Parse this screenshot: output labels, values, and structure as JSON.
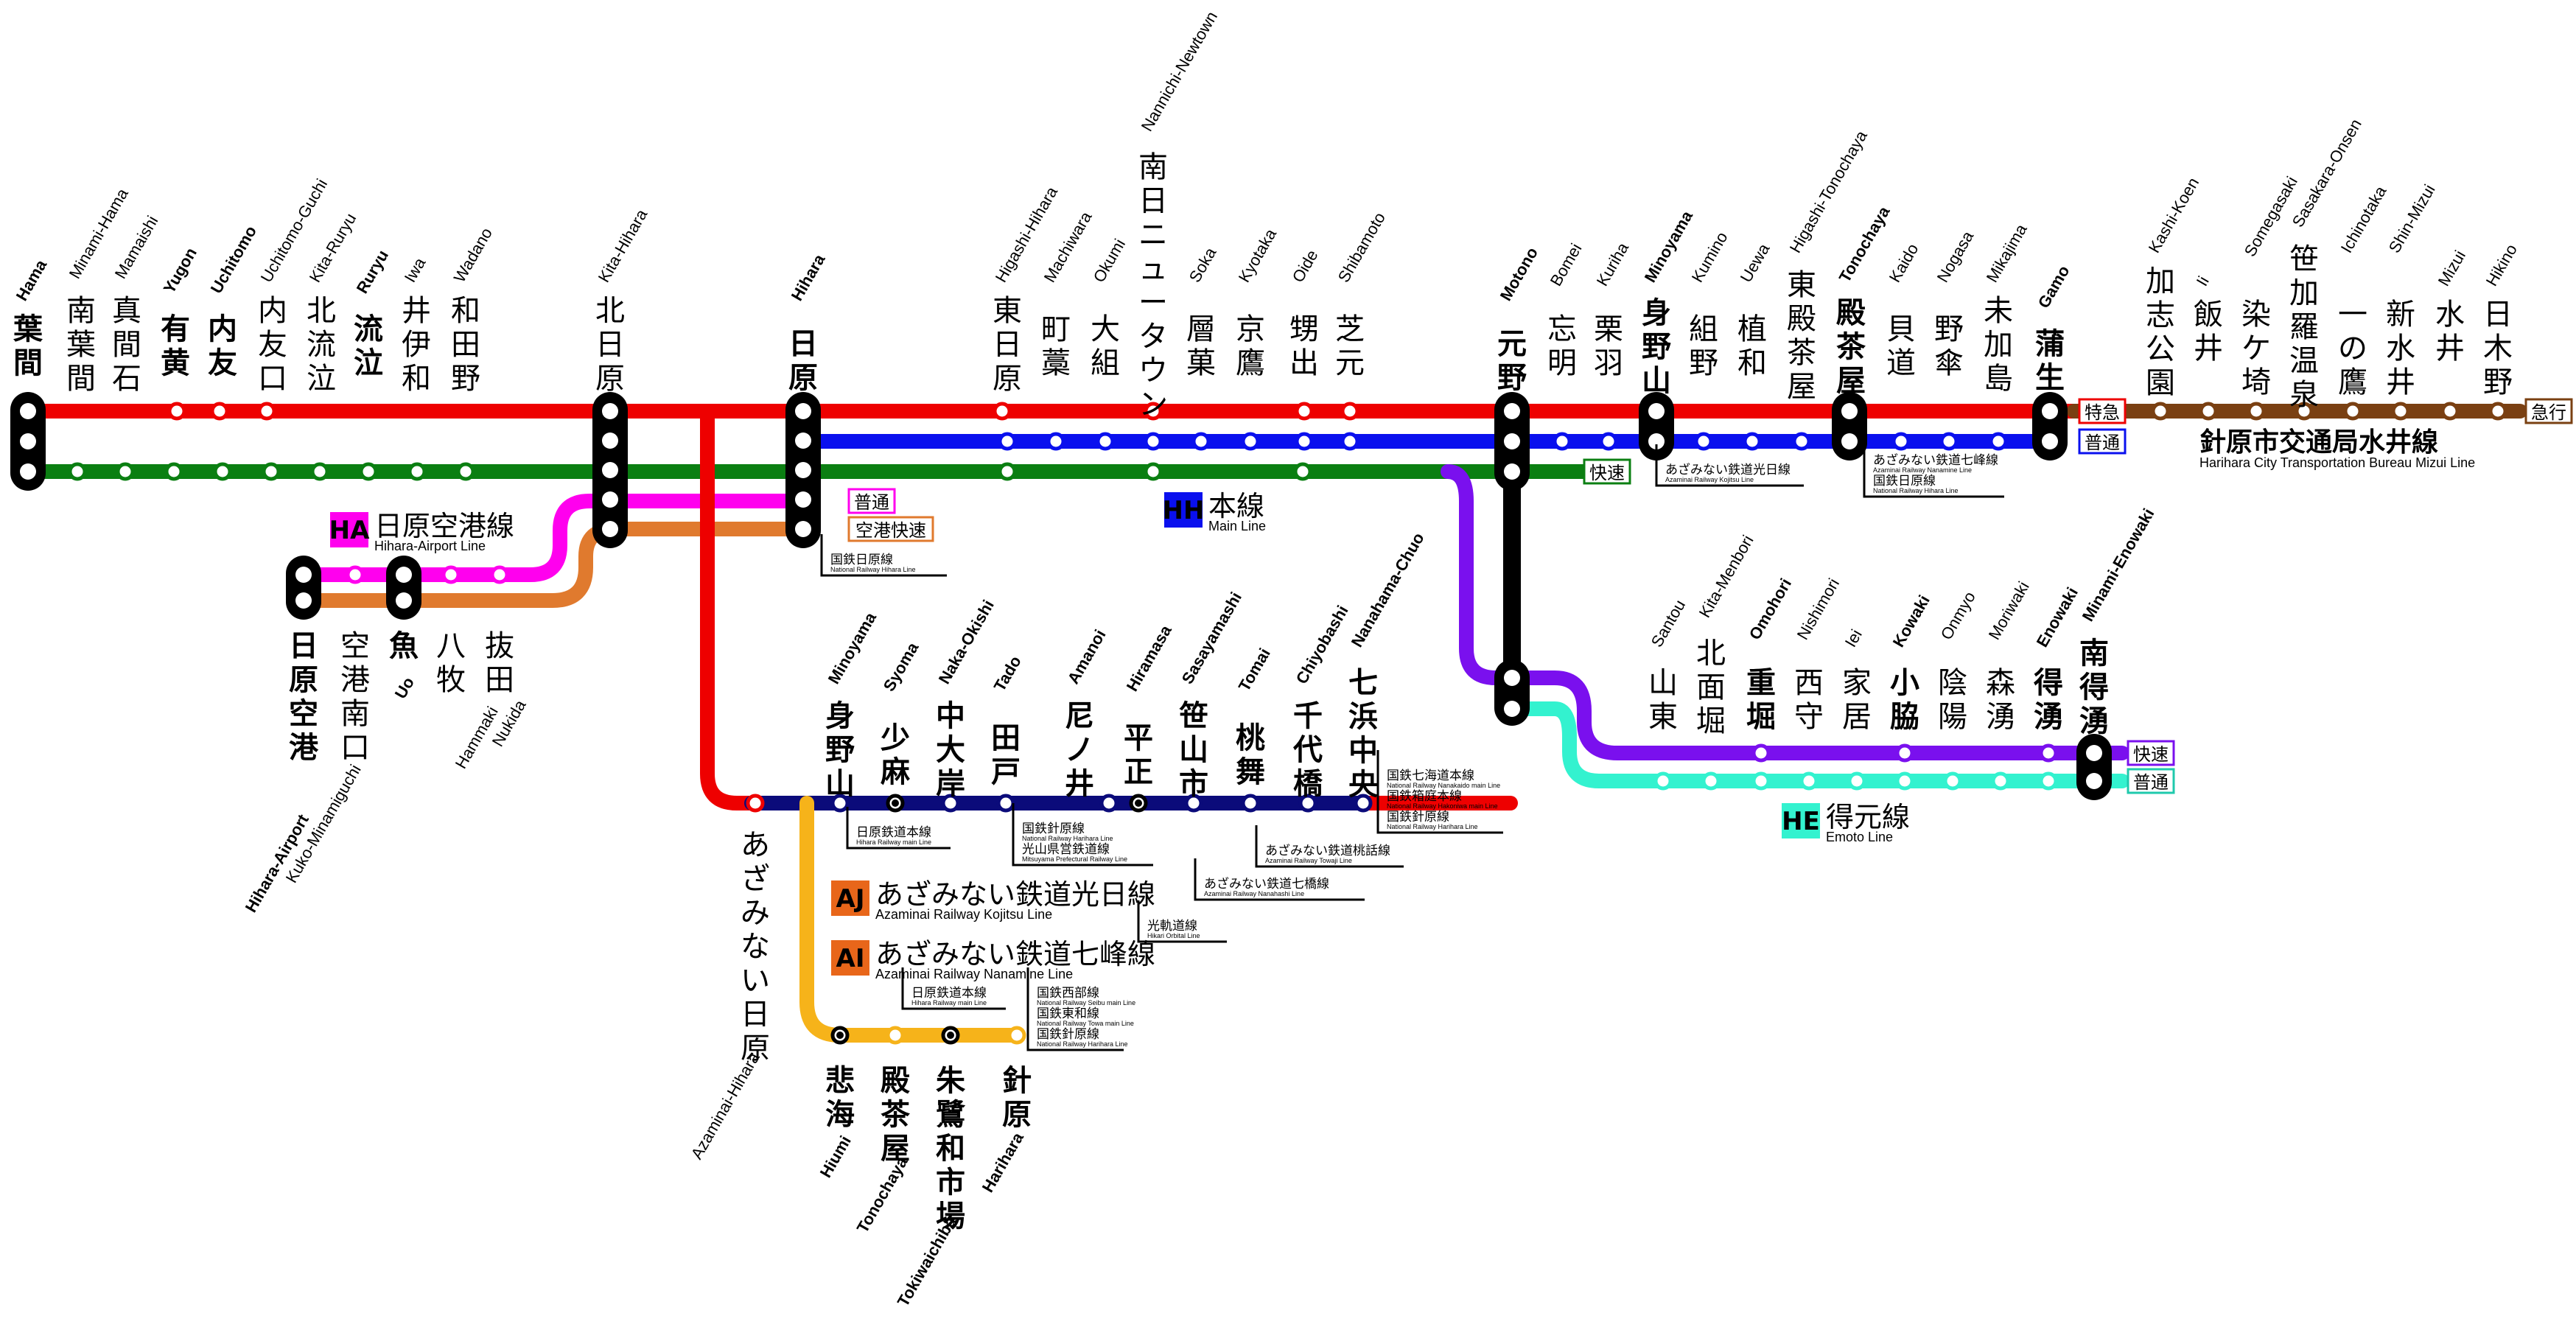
{
  "colors": {
    "red": "#ee0000",
    "green": "#0b7f12",
    "blue": "#0a10ee",
    "magenta": "#ff00ee",
    "orange": "#e07a2e",
    "navy": "#0b0b7a",
    "yellow": "#f6b31a",
    "purple": "#7a10ee",
    "teal": "#33f2cf",
    "brown": "#7a4012",
    "black": "#000000"
  },
  "service_tags": {
    "tokkyu": "特急",
    "kyuko": "急行",
    "futsu_blue": "普通",
    "kaisoku": "快速",
    "futsu_ha": "普通",
    "kuko_kaisoku": "空港快速",
    "kaisoku_he": "快速",
    "futsu_he": "普通"
  },
  "lines": {
    "ha": {
      "badge": "HA",
      "name": "日原空港線",
      "name_en": "Hihara-Airport Line"
    },
    "hh": {
      "badge": "HH",
      "name": "本線",
      "name_en": "Main Line"
    },
    "he": {
      "badge": "HE",
      "name": "得元線",
      "name_en": "Emoto Line"
    },
    "aj": {
      "badge": "AJ",
      "name": "あざみない鉄道光日線",
      "name_en": "Azaminai Railway Kojitsu Line"
    },
    "ai": {
      "badge": "AI",
      "name": "あざみない鉄道七峰線",
      "name_en": "Azaminai Railway Nanamine Line"
    },
    "mizui": {
      "name": "針原市交通局水井線",
      "name_en": "Harihara City Transportation Bureau Mizui Line"
    }
  },
  "stations": {
    "hama": {
      "jp": "葉間",
      "en": "Hama"
    },
    "minami_hama": {
      "jp": "南葉間",
      "en": "Minami-Hama"
    },
    "mamaishi": {
      "jp": "真間石",
      "en": "Mamaishi"
    },
    "yugon": {
      "jp": "有黄",
      "en": "Yugon"
    },
    "uchitomo": {
      "jp": "内友",
      "en": "Uchitomo"
    },
    "uchitomo_guchi": {
      "jp": "内友口",
      "en": "Uchitomo-Guchi"
    },
    "kita_ruryu": {
      "jp": "北流泣",
      "en": "Kita-Ruryu"
    },
    "ruryu": {
      "jp": "流泣",
      "en": "Ruryu"
    },
    "iwa": {
      "jp": "井伊和",
      "en": "Iwa"
    },
    "wadano": {
      "jp": "和田野",
      "en": "Wadano"
    },
    "kita_hihara": {
      "jp": "北日原",
      "en": "Kita-Hihara"
    },
    "hihara": {
      "jp": "日原",
      "en": "Hihara"
    },
    "higashi_hihara": {
      "jp": "東日原",
      "en": "Higashi-Hihara"
    },
    "machiwara": {
      "jp": "町藁",
      "en": "Machiwara"
    },
    "okumi": {
      "jp": "大組",
      "en": "Okumi"
    },
    "nannichi": {
      "jp": "南日ニュータウン",
      "en": "Nannichi-Newtown"
    },
    "soka": {
      "jp": "層菓",
      "en": "Soka"
    },
    "kyotaka": {
      "jp": "京鷹",
      "en": "Kyotaka"
    },
    "oide": {
      "jp": "甥出",
      "en": "Oide"
    },
    "shibamoto": {
      "jp": "芝元",
      "en": "Shibamoto"
    },
    "motono": {
      "jp": "元野",
      "en": "Motono"
    },
    "bomei": {
      "jp": "忘明",
      "en": "Bomei"
    },
    "kuriha": {
      "jp": "栗羽",
      "en": "Kuriha"
    },
    "minoyama": {
      "jp": "身野山",
      "en": "Minoyama"
    },
    "kumino": {
      "jp": "組野",
      "en": "Kumino"
    },
    "uewa": {
      "jp": "植和",
      "en": "Uewa"
    },
    "higashi_tonochaya": {
      "jp": "東殿茶屋",
      "en": "Higashi-Tonochaya"
    },
    "tonochaya": {
      "jp": "殿茶屋",
      "en": "Tonochaya"
    },
    "kaido": {
      "jp": "貝道",
      "en": "Kaido"
    },
    "nogasa": {
      "jp": "野傘",
      "en": "Nogasa"
    },
    "mikajima": {
      "jp": "未加島",
      "en": "Mikajima"
    },
    "gamo": {
      "jp": "蒲生",
      "en": "Gamo"
    },
    "kashi_koen": {
      "jp": "加志公園",
      "en": "Kashi-Koen"
    },
    "ii": {
      "jp": "飯井",
      "en": "Ii"
    },
    "somegasaki": {
      "jp": "染ケ埼",
      "en": "Somegasaki"
    },
    "sasakara": {
      "jp": "笹加羅温泉",
      "en": "Sasakara-Onsen"
    },
    "ichinotaka": {
      "jp": "一の鷹",
      "en": "Ichinotaka"
    },
    "shin_mizui": {
      "jp": "新水井",
      "en": "Shin-Mizui"
    },
    "mizui": {
      "jp": "水井",
      "en": "Mizui"
    },
    "hikino": {
      "jp": "日木野",
      "en": "Hikino"
    },
    "hihara_airport": {
      "jp": "日原空港",
      "en": "Hihara-Airport"
    },
    "kuko_minamiguchi": {
      "jp": "空港南口",
      "en": "Kuko-Minamiguchi"
    },
    "uo": {
      "jp": "魚",
      "en": "Uo"
    },
    "hammaki": {
      "jp": "八牧",
      "en": "Hammaki"
    },
    "nukida": {
      "jp": "抜田",
      "en": "Nukida"
    },
    "azaminai_hihara": {
      "jp": "あざみない日原",
      "en": "Azaminai-Hihara"
    },
    "minoyama_aj": {
      "jp": "身野山",
      "en": "Minoyama"
    },
    "syoma": {
      "jp": "少麻",
      "en": "Syoma"
    },
    "naka_okishi": {
      "jp": "中大岸",
      "en": "Naka-Okishi"
    },
    "tado": {
      "jp": "田戸",
      "en": "Tado"
    },
    "amanoi": {
      "jp": "尼ノ井",
      "en": "Amanoi"
    },
    "hiramasa": {
      "jp": "平正",
      "en": "Hiramasa"
    },
    "sasayamashi": {
      "jp": "笹山市",
      "en": "Sasayamashi"
    },
    "tomai": {
      "jp": "桃舞",
      "en": "Tomai"
    },
    "chiyobashi": {
      "jp": "千代橋",
      "en": "Chiyobashi"
    },
    "nanahama_chuo": {
      "jp": "七浜中央",
      "en": "Nanahama-Chuo"
    },
    "hiumi": {
      "jp": "悲海",
      "en": "Hiumi"
    },
    "tonochaya_ai": {
      "jp": "殿茶屋",
      "en": "Tonochaya"
    },
    "tokiwaichiba": {
      "jp": "朱鷺和市場",
      "en": "Tokiwaichiba"
    },
    "harihara": {
      "jp": "針原",
      "en": "Harihara"
    },
    "santou": {
      "jp": "山東",
      "en": "Santou"
    },
    "kita_menbori": {
      "jp": "北面堀",
      "en": "Kita-Menbori"
    },
    "omohori": {
      "jp": "重堀",
      "en": "Omohori"
    },
    "nishimori": {
      "jp": "西守",
      "en": "Nishimori"
    },
    "iei": {
      "jp": "家居",
      "en": "Iei"
    },
    "kowaki": {
      "jp": "小脇",
      "en": "Kowaki"
    },
    "onmyo": {
      "jp": "陰陽",
      "en": "Onmyo"
    },
    "moriwaki": {
      "jp": "森湧",
      "en": "Moriwaki"
    },
    "enowaki": {
      "jp": "得湧",
      "en": "Enowaki"
    },
    "minami_enowaki": {
      "jp": "南得湧",
      "en": "Minami-Enowaki"
    }
  },
  "transfers": {
    "hihara": [
      {
        "jp": "国鉄日原線",
        "en": "National Railway Hihara Line"
      }
    ],
    "minoyama": [
      {
        "jp": "あざみない鉄道光日線",
        "en": "Azaminai Railway Kojitsu Line"
      }
    ],
    "tonochaya": [
      {
        "jp": "あざみない鉄道七峰線",
        "en": "Azaminai Railway Nanamine Line"
      },
      {
        "jp": "国鉄日原線",
        "en": "National Railway Hihara Line"
      }
    ],
    "minoyama_aj": [
      {
        "jp": "日原鉄道本線",
        "en": "Hihara Railway main Line"
      }
    ],
    "tado": [
      {
        "jp": "国鉄針原線",
        "en": "National Railway Harihara Line"
      },
      {
        "jp": "光山県営鉄道線",
        "en": "Mitsuyama Prefectural Railway Line"
      }
    ],
    "hiramasa": [
      {
        "jp": "光軌道線",
        "en": "Hikari Orbital Line"
      }
    ],
    "sasayamashi": [
      {
        "jp": "あざみない鉄道七橋線",
        "en": "Azaminai Railway Nanahashi Line"
      }
    ],
    "tomai": [
      {
        "jp": "あざみない鉄道桃話線",
        "en": "Azaminai Railway Towaji Line"
      }
    ],
    "nanahama_chuo": [
      {
        "jp": "国鉄七海道本線",
        "en": "National Railway Nanakaido main Line"
      },
      {
        "jp": "国鉄箱庭本線",
        "en": "National Railway Hakoniwa main Line"
      },
      {
        "jp": "国鉄針原線",
        "en": "National Railway Harihara Line"
      }
    ],
    "tonochaya_ai": [
      {
        "jp": "日原鉄道本線",
        "en": "Hihara Railway main Line"
      }
    ],
    "harihara": [
      {
        "jp": "国鉄西部線",
        "en": "National Railway Seibu main Line"
      },
      {
        "jp": "国鉄東和線",
        "en": "National Railway Towa main Line"
      },
      {
        "jp": "国鉄針原線",
        "en": "National Railway Harihara Line"
      }
    ]
  }
}
